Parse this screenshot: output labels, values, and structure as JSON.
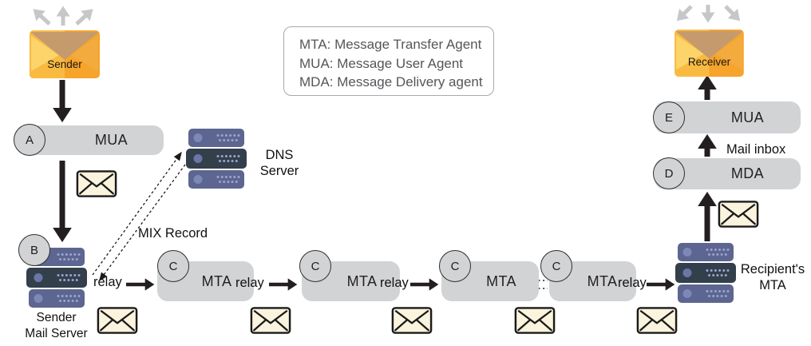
{
  "legend": {
    "line1": "MTA: Message Transfer Agent",
    "line2": "MUA: Message User Agent",
    "line3": "MDA: Message Delivery agent"
  },
  "endpoints": {
    "sender": "Sender",
    "receiver": "Receiver"
  },
  "agents": {
    "mua_a": {
      "badge": "A",
      "label": "MUA"
    },
    "mail_server_badge": "B",
    "mda": {
      "badge": "D",
      "label": "MDA"
    },
    "mua_e": {
      "badge": "E",
      "label": "MUA"
    }
  },
  "mtas": [
    {
      "badge": "C",
      "label": "MTA"
    },
    {
      "badge": "C",
      "label": "MTA"
    },
    {
      "badge": "C",
      "label": "MTA"
    },
    {
      "badge": "C",
      "label": "MTA"
    }
  ],
  "servers": {
    "dns": {
      "line1": "DNS",
      "line2": "Server"
    },
    "sender_mail": {
      "line1": "Sender",
      "line2": "Mail Server"
    },
    "recipient": {
      "line1": "Recipient's",
      "line2": "MTA"
    }
  },
  "labels": {
    "relay": "relay",
    "mix_record": "MIX Record",
    "mail_inbox": "Mail inbox"
  },
  "colors": {
    "envelope_orange": "#f6a42b",
    "envelope_flap_tan": "#c59b6e",
    "small_envelope_cream": "#faf3dd",
    "server_light": "#5c6690",
    "server_dark": "#333f4b",
    "box_gray": "#d2d3d5",
    "arrow_black": "#231f20",
    "arrow_gray": "#c6c7c9"
  }
}
